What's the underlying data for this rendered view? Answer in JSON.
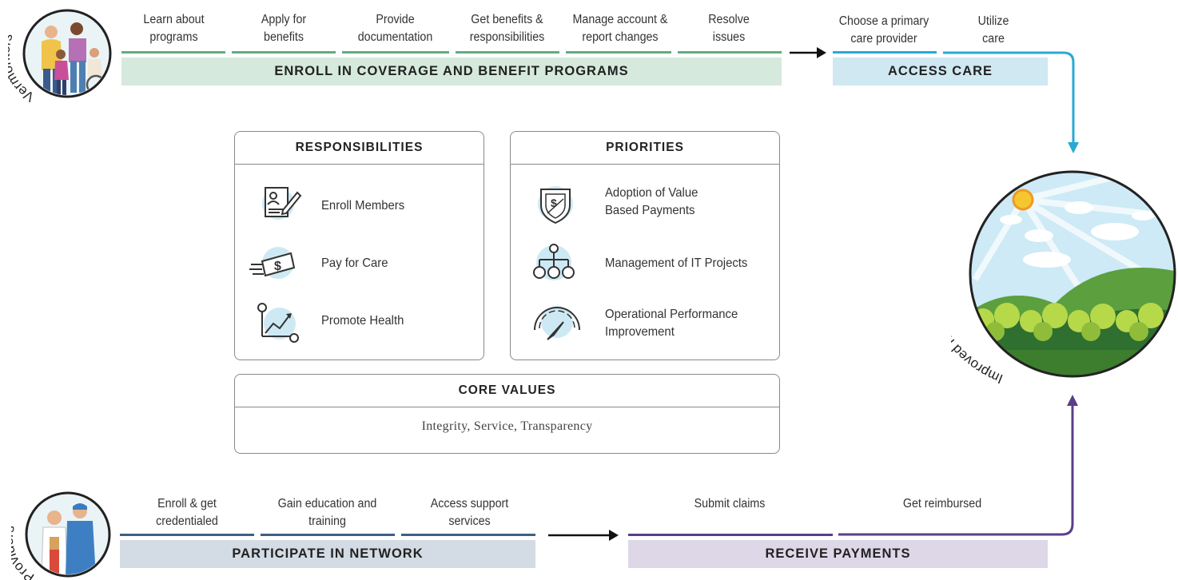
{
  "vermonters": {
    "label": "Vermonters",
    "steps": [
      "Learn about programs",
      "Apply for benefits",
      "Provide documentation",
      "Get benefits & responsibilities",
      "Manage account & report changes",
      "Resolve issues"
    ],
    "banner": "ENROLL IN COVERAGE AND BENEFIT PROGRAMS"
  },
  "access": {
    "steps": [
      "Choose a primary care provider",
      "Utilize care"
    ],
    "banner": "ACCESS CARE"
  },
  "responsibilities": {
    "title": "RESPONSIBILITIES",
    "items": [
      {
        "label": "Enroll Members",
        "icon": "enrollment-form-icon"
      },
      {
        "label": "Pay for Care",
        "icon": "money-payment-icon"
      },
      {
        "label": "Promote Health",
        "icon": "health-trend-chart-icon"
      }
    ]
  },
  "priorities": {
    "title": "PRIORITIES",
    "items": [
      {
        "label": "Adoption of Value Based Payments",
        "icon": "value-payment-badge-icon"
      },
      {
        "label": "Management of IT Projects",
        "icon": "it-org-chart-icon"
      },
      {
        "label": "Operational Performance Improvement",
        "icon": "performance-gauge-icon"
      }
    ]
  },
  "core_values": {
    "title": "CORE VALUES",
    "text": "Integrity, Service, Transparency"
  },
  "outcome": {
    "label": "Improved health and well-being"
  },
  "providers": {
    "label": "Providers",
    "steps": [
      "Enroll & get credentialed",
      "Gain education and training",
      "Access support services"
    ],
    "banner": "PARTICIPATE IN NETWORK"
  },
  "payments": {
    "steps": [
      "Submit claims",
      "Get reimbursed"
    ],
    "banner": "RECEIVE PAYMENTS"
  },
  "colors": {
    "enroll_green": "#5fae7e",
    "enroll_banner": "#d5e9dc",
    "access_blue": "#29a9d2",
    "access_banner": "#cfe8f1",
    "network_blue": "#3e5f86",
    "network_banner": "#d3dbe4",
    "payments_purple": "#5a3d8a",
    "payments_banner": "#ddd7e8",
    "panel_border": "#8a8a8a"
  }
}
